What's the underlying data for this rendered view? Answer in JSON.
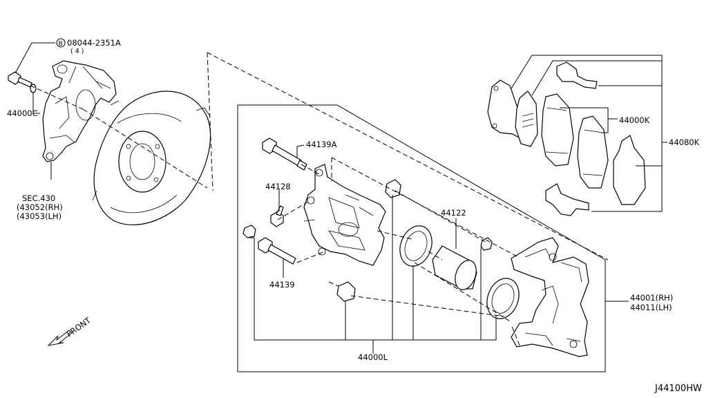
{
  "labels": {
    "bolt_spec": "08044-2351A",
    "bolt_marker": "B",
    "bolt_qty": "( 4 )",
    "washer": "44000C",
    "sec_ref": "SEC.430",
    "knuckle_rh": "(43052(RH)",
    "knuckle_lh": "(43053(LH)",
    "pin_bolt_a": "44139A",
    "bleeder": "44128",
    "pin_bolt": "44139",
    "piston": "44122",
    "pad_kit": "44000K",
    "pad_hardware": "44080K",
    "caliper_rh": "44001(RH)",
    "caliper_lh": "44011(LH)",
    "seal_kit": "44000L",
    "front": "FRONT",
    "diagram_id": "J44100HW"
  }
}
